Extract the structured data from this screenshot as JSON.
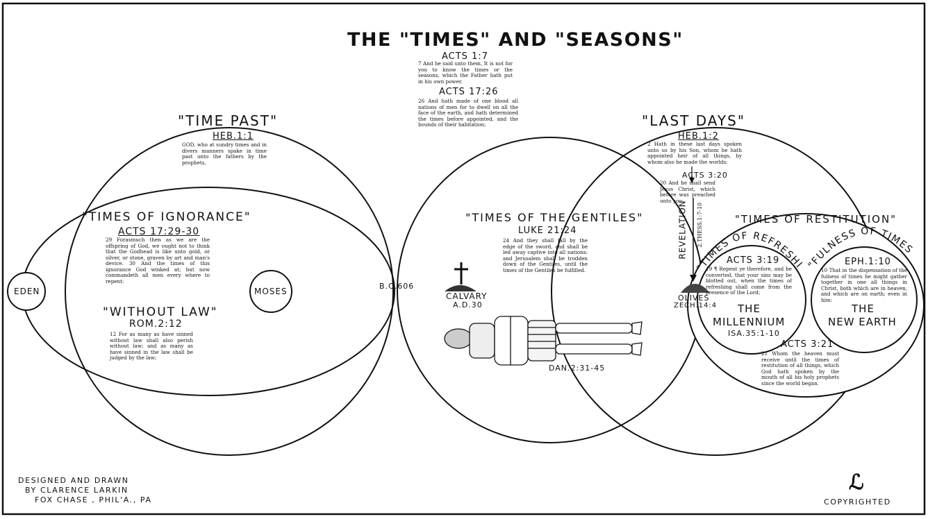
{
  "title": "THE \"TIMES\" AND \"SEASONS\"",
  "acts_1_7": {
    "ref": "ACTS 1:7",
    "text": "7 And he said unto them, It is not for you to know the times or the seasons, which the Father hath put in his own power."
  },
  "acts_17_26": {
    "ref": "ACTS 17:26",
    "text": "26 And hath made of one blood all nations of men for to dwell on all the face of the earth, and hath determined the times before appointed, and the bounds of their habitation;"
  },
  "time_past": {
    "heading": "\"TIME PAST\"",
    "ref": "HEB.1:1",
    "text": "GOD, who at sundry times and in divers manners spake in time past unto the fathers by the prophets,"
  },
  "last_days": {
    "heading": "\"LAST DAYS\"",
    "ref": "HEB.1:2",
    "text": "2 Hath in these last days spoken unto us by his Son, whom he hath appointed heir of all things, by whom also he made the worlds;",
    "acts_ref": "ACTS 3:20",
    "acts_text": "20 And he shall send Jesus Christ, which before was preached unto you:"
  },
  "ignorance": {
    "heading": "\"TIMES OF IGNORANCE\"",
    "ref": "ACTS 17:29-30",
    "text": "29 Forasmuch then as we are the offspring of God, we ought not to think that the Godhead is like unto gold, or silver, or stone, graven by art and man's device. 30 And the times of this ignorance God winked at; but now commandeth all men every where to repent:"
  },
  "without_law": {
    "heading": "\"WITHOUT LAW\"",
    "ref": "ROM.2:12",
    "text": "12 For as many as have sinned without law shall also perish without law; and as many as have sinned in the law shall be judged by the law;"
  },
  "eden": "EDEN",
  "moses": "MOSES",
  "bc606": "B.C.606",
  "calvary": "CALVARY",
  "calvary_date": "A.D.30",
  "gentiles": {
    "heading": "\"TIMES OF THE GENTILES\"",
    "ref": "LUKE 21:24",
    "text": "24 And they shall fall by the edge of the sword, and shall be led away captive into all nations: and Jerusalem shall be trodden down of the Gentiles, until the times of the Gentiles be fulfilled.",
    "dan": "DAN.2:31-45"
  },
  "revelation": "REVELATION",
  "thess": "2.THESS.1:7-10",
  "olives": "OLIVES",
  "zech": "ZECH.14:4",
  "restitution": {
    "heading": "\"TIMES OF RESTITUTION\"",
    "ref": "ACTS 3:21",
    "text": "21 Whom the heaven must receive until the times of restitution of all things, which God hath spoken by the mouth of all his holy prophets since the world began."
  },
  "refreshing": {
    "heading": "\"TIMES OF REFRESHING\"",
    "ref": "ACTS 3:19",
    "text": "19 ¶ Repent ye therefore, and be converted, that your sins may be blotted out, when the times of refreshing shall come from the presence of the Lord;",
    "label1": "THE",
    "label2": "MILLENNIUM",
    "isa": "ISA.35:1-10"
  },
  "fulness": {
    "heading": "\"FULNESS OF TIMES\"",
    "ref": "EPH.1:10",
    "text": "10 That in the dispensation of the fulness of times he might gather together in one all things in Christ, both which are in heaven, and which are on earth; even in him:",
    "label1": "THE",
    "label2": "NEW EARTH"
  },
  "credit": {
    "line1": "DESIGNED AND DRAWN",
    "line2": "BY CLARENCE LARKIN",
    "line3": "FOX CHASE , PHIL'A., PA"
  },
  "copyright": "COPYRIGHTED"
}
